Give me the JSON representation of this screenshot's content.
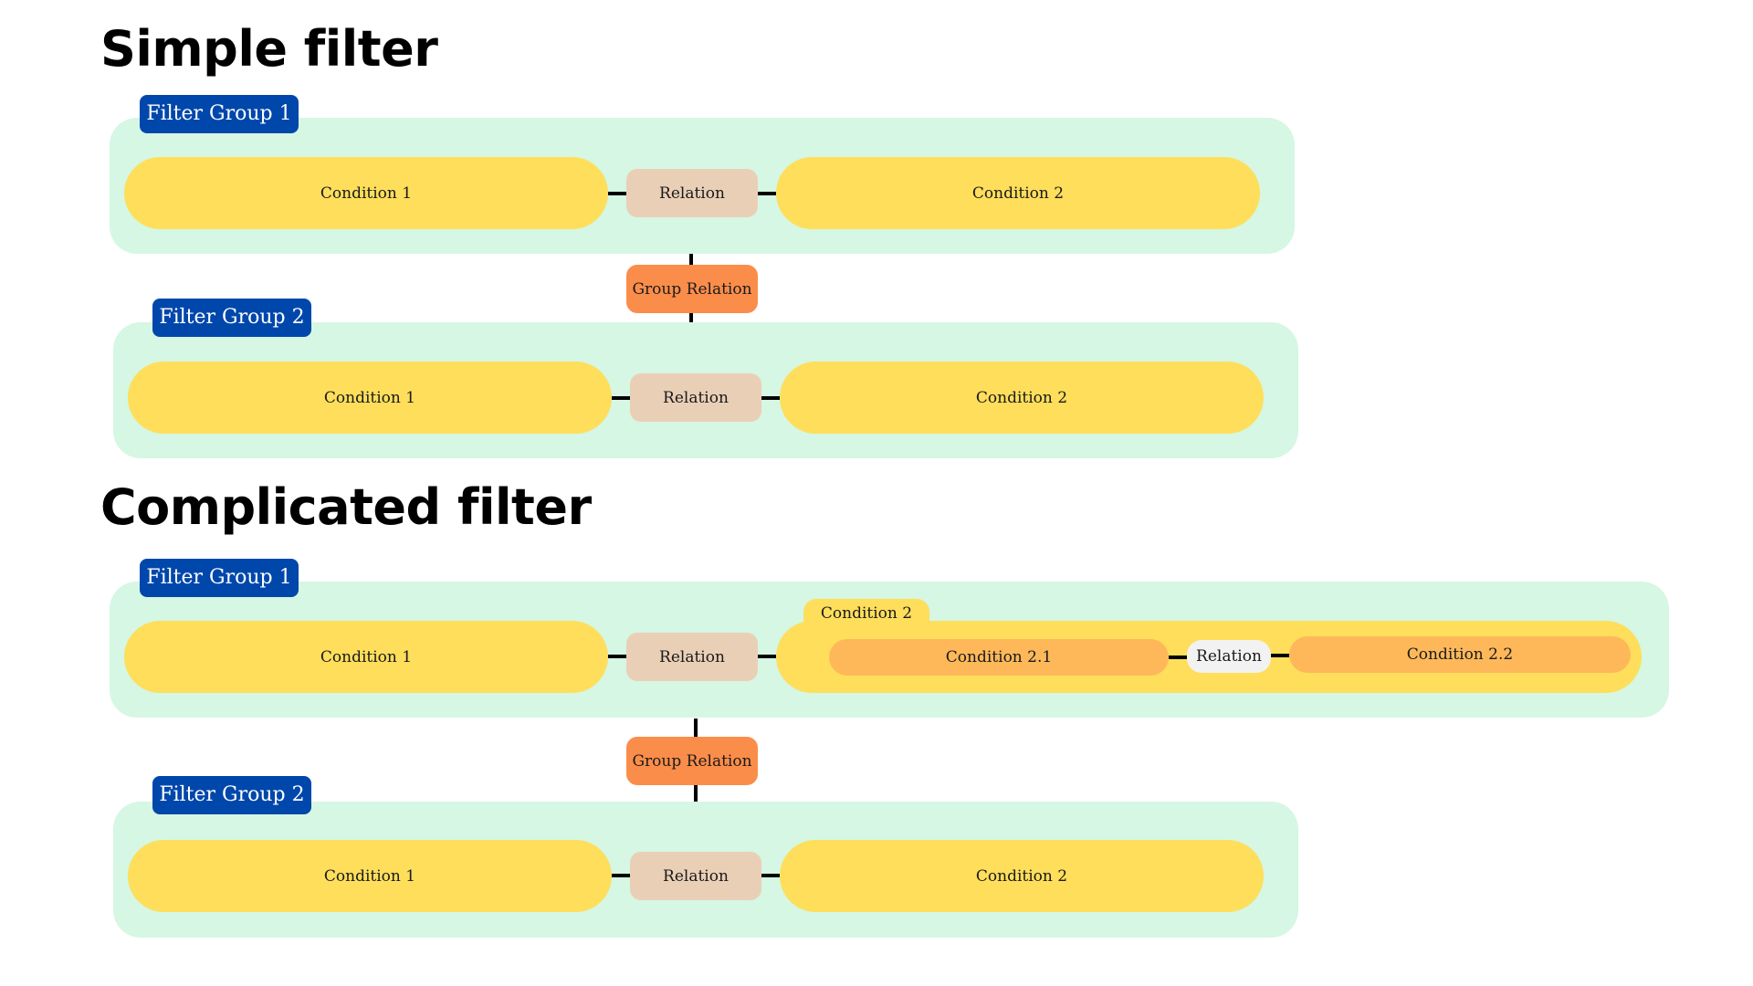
{
  "simple": {
    "title": "Simple filter",
    "group1": {
      "label": "Filter Group 1",
      "condition1": "Condition 1",
      "relation": "Relation",
      "condition2": "Condition 2"
    },
    "group_relation": "Group Relation",
    "group2": {
      "label": "Filter Group 2",
      "condition1": "Condition 1",
      "relation": "Relation",
      "condition2": "Condition 2"
    }
  },
  "complicated": {
    "title": "Complicated filter",
    "group1": {
      "label": "Filter Group 1",
      "condition1": "Condition 1",
      "relation": "Relation",
      "condition2": {
        "label": "Condition 2",
        "sub_condition1": "Condition 2.1",
        "sub_relation": "Relation",
        "sub_condition2": "Condition 2.2"
      }
    },
    "group_relation": "Group Relation",
    "group2": {
      "label": "Filter Group 2",
      "condition1": "Condition 1",
      "relation": "Relation",
      "condition2": "Condition 2"
    }
  },
  "colors": {
    "group_background": "#d5f7e3",
    "group_label": "#0047ab",
    "condition": "#fede5b",
    "relation": "#eacfb7",
    "group_relation": "#fb8d4a",
    "sub_condition": "#feb85a",
    "sub_relation": "#f2f2f2",
    "connector": "#000000"
  }
}
